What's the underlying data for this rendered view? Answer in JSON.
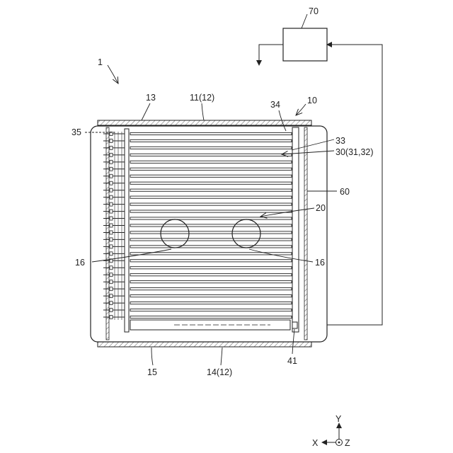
{
  "labels": {
    "device": "1",
    "controller": "70",
    "top_wall": "11(12)",
    "top_wall_ref": "13",
    "housing": "10",
    "tube_end": "34",
    "left_rail": "35",
    "tube_part": "33",
    "tube_group": "30(31,32)",
    "side_frame": "60",
    "stack": "20",
    "hole_left": "16",
    "hole_right": "16",
    "bottom_wall_ref": "15",
    "bottom_wall": "14(12)",
    "sensor": "41"
  },
  "axes": {
    "y": "Y",
    "x": "X",
    "z": "Z"
  }
}
